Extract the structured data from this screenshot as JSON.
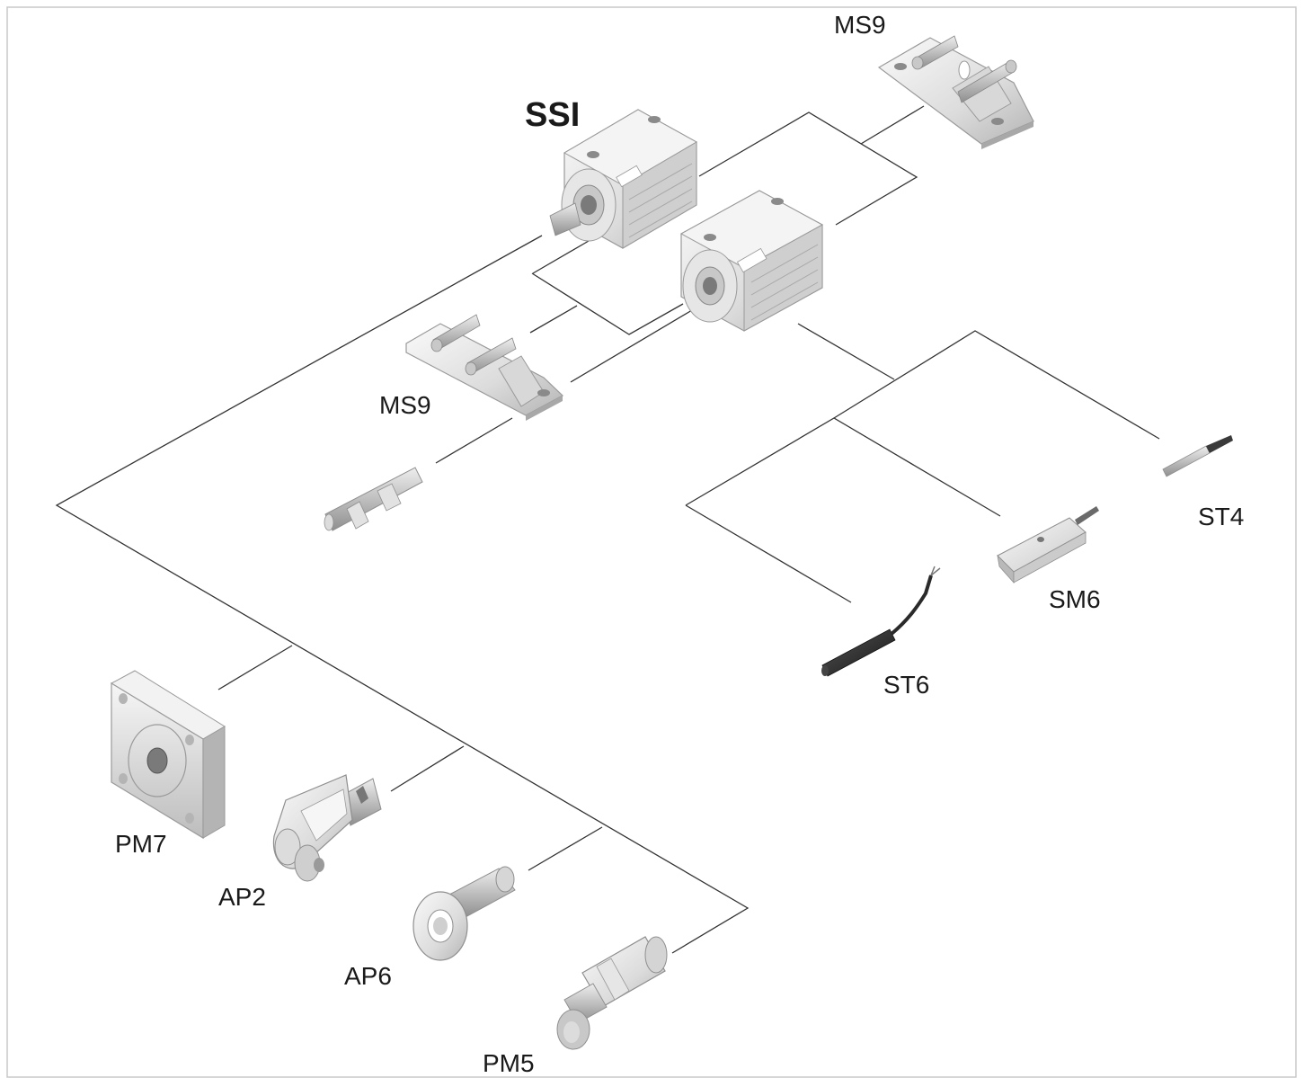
{
  "diagram": {
    "title": "SSI",
    "labels": {
      "ms9_top": "MS9",
      "ms9_mid": "MS9",
      "st4": "ST4",
      "sm6": "SM6",
      "st6": "ST6",
      "pm7": "PM7",
      "ap2": "AP2",
      "ap6": "AP6",
      "pm5": "PM5"
    },
    "colors": {
      "metal_light": "#f2f2f2",
      "metal_mid": "#d4d4d4",
      "metal_dark": "#a8a8a8",
      "line": "#333333",
      "sensor_dark": "#2a2a2a"
    }
  }
}
